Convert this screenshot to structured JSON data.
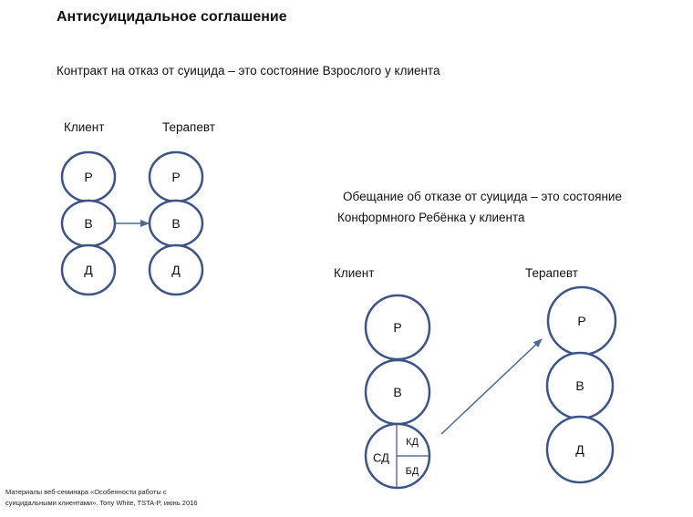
{
  "title": "Антисуицидальное соглашение",
  "contract_statement": "Контракт на отказ от суицида – это состояние  Взрослого у клиента",
  "promise_statement": {
    "line1": "Обещание об отказе от суицида – это состояние",
    "line2": "Конформного Ребёнка у клиента"
  },
  "diagram_left": {
    "client_label": "Клиент",
    "therapist_label": "Терапевт",
    "client_states": [
      "Р",
      "В",
      "Д"
    ],
    "therapist_states": [
      "Р",
      "В",
      "Д"
    ]
  },
  "diagram_right": {
    "client_label": "Клиент",
    "therapist_label": "Терапевт",
    "client_states": [
      "Р",
      "В"
    ],
    "client_child_parts": {
      "main": "СД",
      "upper": "КД",
      "lower": "БД"
    },
    "therapist_states": [
      "Р",
      "В",
      "Д"
    ]
  },
  "footer": {
    "line1": "Материалы веб-семинара «Особенности работы с",
    "line2": "суицидальными клиентами». Tony White, TSTA-P, июнь 2016"
  }
}
